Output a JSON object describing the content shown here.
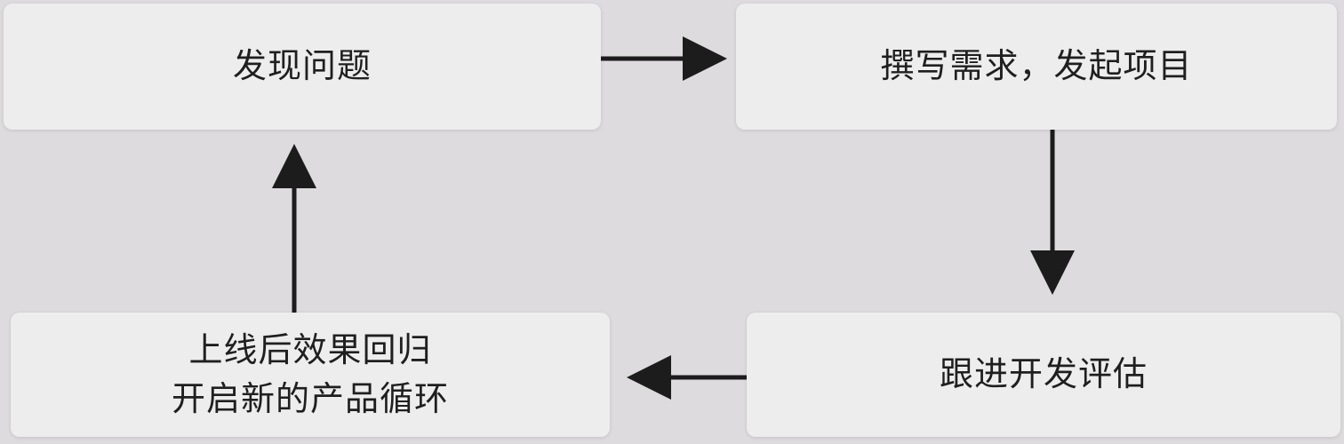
{
  "diagram": {
    "nodes": [
      {
        "id": "discover-problem",
        "lines": [
          "发现问题"
        ]
      },
      {
        "id": "write-requirements",
        "lines": [
          "撰写需求，发起项目"
        ]
      },
      {
        "id": "follow-development",
        "lines": [
          "跟进开发评估"
        ]
      },
      {
        "id": "post-launch-review",
        "lines": [
          "上线后效果回归",
          "开启新的产品循环"
        ]
      }
    ],
    "edges": [
      {
        "from": "discover-problem",
        "to": "write-requirements"
      },
      {
        "from": "write-requirements",
        "to": "follow-development"
      },
      {
        "from": "follow-development",
        "to": "post-launch-review"
      },
      {
        "from": "post-launch-review",
        "to": "discover-problem"
      }
    ],
    "colors": {
      "background": "#dedbde",
      "node_fill": "#eeedee",
      "text": "#1f1f1f",
      "arrow": "#1c1c1c"
    }
  }
}
